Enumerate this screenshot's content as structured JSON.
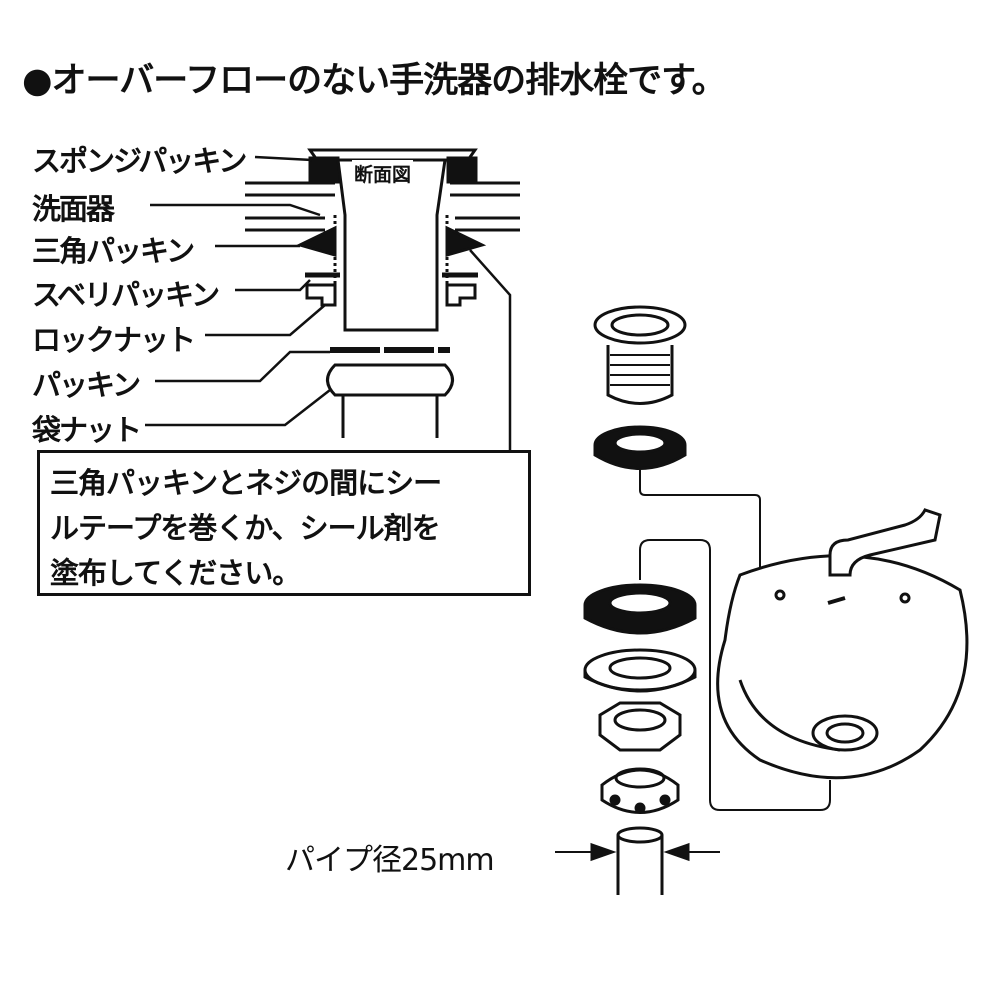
{
  "title": "●オーバーフローのない手洗器の排水栓です。",
  "section_label": "断面図",
  "parts": [
    {
      "label": "スポンジパッキン"
    },
    {
      "label": "洗面器"
    },
    {
      "label": "三角パッキン"
    },
    {
      "label": "スベリパッキン"
    },
    {
      "label": "ロックナット"
    },
    {
      "label": "パッキン"
    },
    {
      "label": "袋ナット"
    }
  ],
  "note": {
    "lines": [
      "三角パッキンとネジの間にシー",
      "ルテープを巻くか、シール剤を",
      "塗布してください。"
    ]
  },
  "pipe_label": "パイプ径25mm"
}
